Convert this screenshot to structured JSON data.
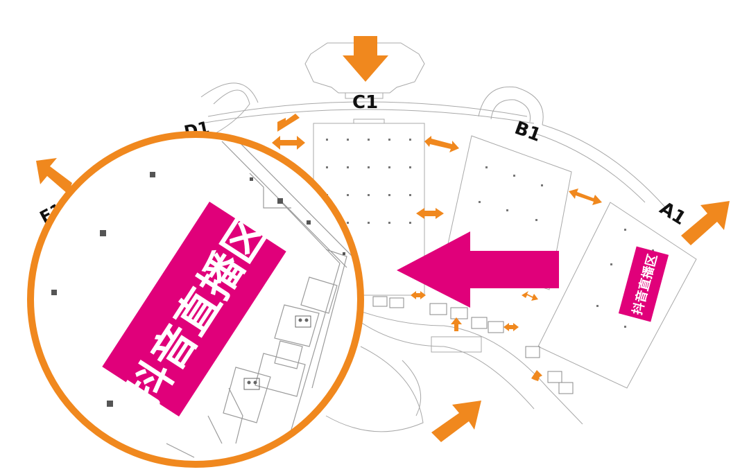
{
  "map": {
    "halls": {
      "c1": "C1",
      "b1": "B1",
      "a1": "A1",
      "d1": "D1",
      "e1": "E1"
    },
    "zone_label": "抖音直播区"
  },
  "colors": {
    "arrow_orange": "#F0881E",
    "zone_magenta": "#E0007A",
    "line_gray": "#9a9a9a"
  }
}
